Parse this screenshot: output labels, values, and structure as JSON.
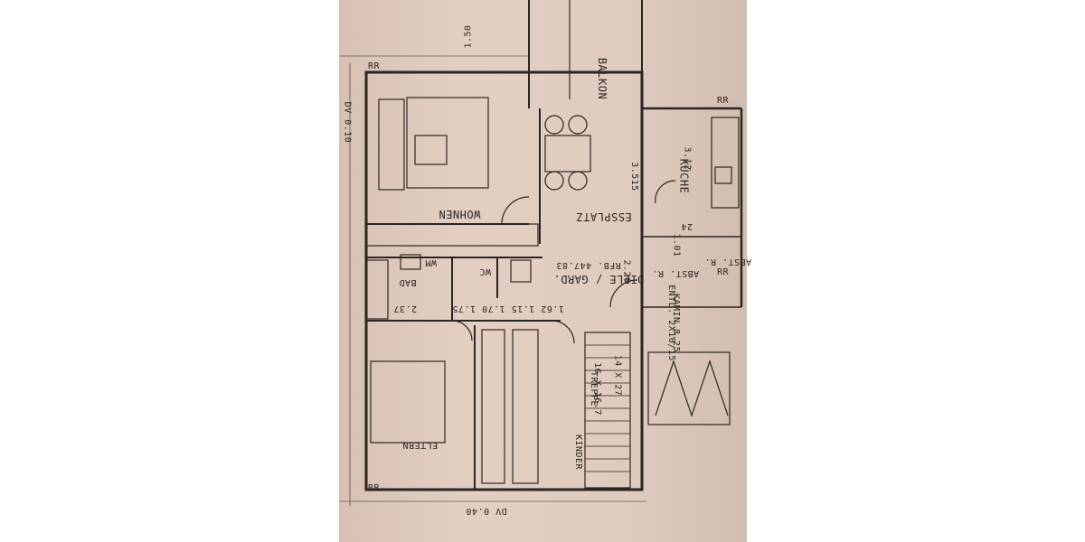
{
  "rooms": {
    "wohnen": "WOHNEN",
    "balkon": "BALKON",
    "essplatz": "ESSPLATZ",
    "kueche": "KÜCHE",
    "bad": "BAD",
    "wm": "WM",
    "wc": "WC",
    "diele": "DIELE / GARD.",
    "rfb": "RFB. 447.83",
    "abst_r_1": "ABST. R.",
    "abst_r_2": "ABST. R.",
    "eltern": "ELTERN",
    "kinder": "KINDER",
    "treppe": "TREPPE",
    "treppe_dim1": "16 X 16.7",
    "treppe_dim2": "14 X 27",
    "kamin": "KAMIN 8.25",
    "entl": "ENTL. 2X10/15"
  },
  "dimensions": {
    "d150": "1.50",
    "d3515": "3.515",
    "d312": "3.12",
    "d226": "2.26",
    "d24": "24",
    "d101": "1.01",
    "d237": "2.37",
    "d1701": "1.62 1.15 1.70 1.75",
    "dv_top": "DV 0.10",
    "dv_bottom": "DV 0.40",
    "rr_tl": "RR",
    "rr_tr": "RR",
    "rr_bl": "RR",
    "rr_br": "RR"
  },
  "colors": {
    "paper": "#dfcabd",
    "ink": "#2b2522"
  }
}
